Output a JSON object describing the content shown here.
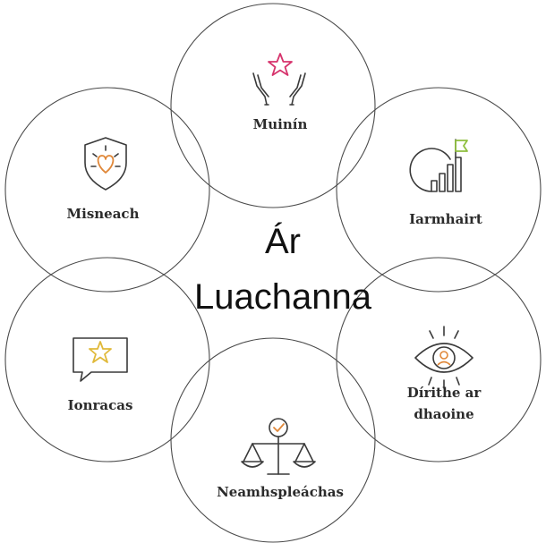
{
  "center_title": {
    "line1": "Ár",
    "line2": "Luachanna"
  },
  "values": [
    {
      "label": "Muinín",
      "icon": "hands-star-icon"
    },
    {
      "label": "Iarmhairt",
      "icon": "growth-chart-flag-icon"
    },
    {
      "label_line1": "Dírithe ar",
      "label_line2": "dhaoine",
      "icon": "eye-person-icon"
    },
    {
      "label": "Neamhspleáchas",
      "icon": "balance-scale-icon"
    },
    {
      "label": "Ionracas",
      "icon": "speech-bubble-star-icon"
    },
    {
      "label": "Misneach",
      "icon": "shield-heart-icon"
    }
  ],
  "colors": {
    "pink_accent": "#d6336c",
    "green_accent": "#8fbf3f",
    "gold_accent": "#e0b93a",
    "orange_accent": "#e0883a",
    "line": "#3a3a3a"
  }
}
